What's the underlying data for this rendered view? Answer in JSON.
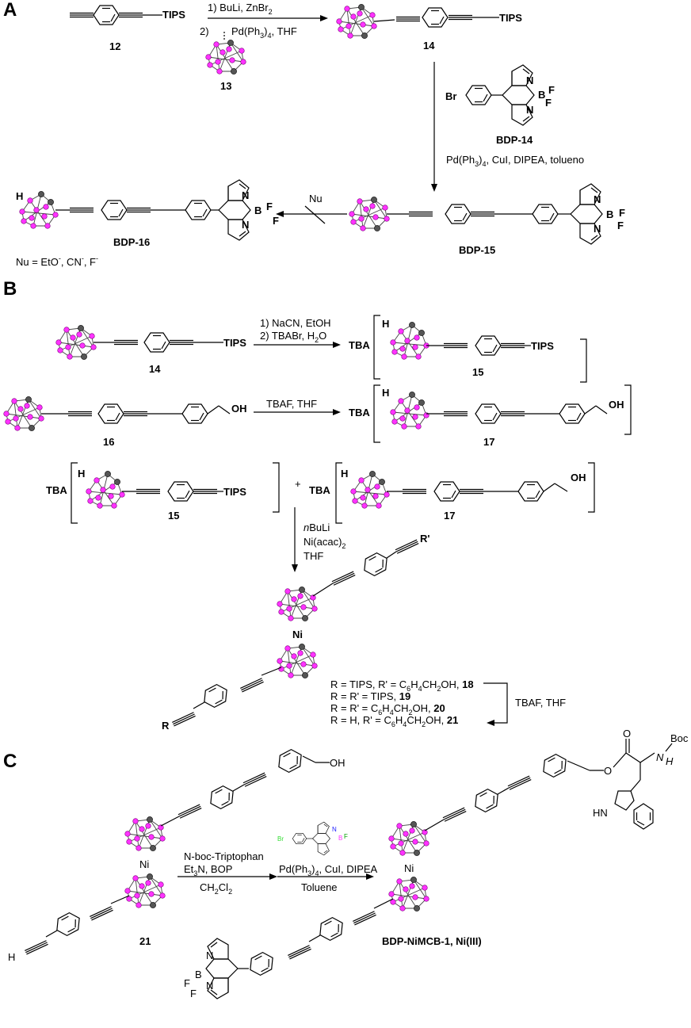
{
  "panels": {
    "a": "A",
    "b": "B",
    "c": "C"
  },
  "colors": {
    "boron_vertex": "#ff33ff",
    "carbon_vertex": "#555555",
    "oxygen": "#e00000",
    "nitrogen_blue": "#1a1aff",
    "boron_atom": "#ff33ff",
    "fluorine": "#00a000",
    "bromine": "#33dd33"
  },
  "panel_a": {
    "tips_12": "TIPS",
    "cpd_12": "12",
    "step1_line1": "1) BuLi, ZnBr",
    "step1_line1_sub": "2",
    "step1_line2_prefix": "2)",
    "step1_line2": "Pd(Ph",
    "step1_line2_sub": "3",
    "step1_line2_tail": ")",
    "step1_line2_sub2": "4",
    "step1_line2_end": ", THF",
    "cpd_13": "13",
    "tips_14": "TIPS",
    "cpd_14": "14",
    "br": "Br",
    "n1": "N",
    "n2": "N",
    "b": "B",
    "f1": "F",
    "f2": "F",
    "bdp14": "BDP-14",
    "step2_a": "Pd(Ph",
    "step2_sub1": "3",
    "step2_b": ")",
    "step2_sub2": "4",
    "step2_c": ", CuI, DIPEA, tolueno",
    "nu": "Nu",
    "cpd_bdp16": "BDP-16",
    "nu_list_a": "Nu = EtO",
    "nu_list_sup1": "-",
    "nu_list_b": ", CN",
    "nu_list_sup2": "-",
    "nu_list_c": ", F",
    "nu_list_sup3": "-",
    "cpd_bdp15": "BDP-15",
    "h_16": "H"
  },
  "panel_b": {
    "cpd_14": "14",
    "tips_14": "TIPS",
    "r1_line1": "1) NaCN, EtOH",
    "r1_line2": "2) TBABr, H",
    "r1_line2_sub": "2",
    "r1_line2_tail": "O",
    "tba": "TBA",
    "h": "H",
    "tips_15": "TIPS",
    "cpd_15": "15",
    "cpd_16": "16",
    "oh": "OH",
    "r2": "TBAF, THF",
    "cpd_17": "17",
    "plus": "+",
    "r3_line1_i": "n",
    "r3_line1": "BuLi",
    "r3_line2": "Ni(acac)",
    "r3_line2_sub": "2",
    "r3_line3": "THF",
    "rprime": "R'",
    "ni": "Ni",
    "r": "R",
    "prod_18_a": "R = TIPS, R' = C",
    "prod_18_b": "6",
    "prod_18_c": "H",
    "prod_18_d": "4",
    "prod_18_e": "CH",
    "prod_18_f": "2",
    "prod_18_g": "OH, ",
    "prod_18_num": "18",
    "prod_19_a": "R = R' = TIPS, ",
    "prod_19_num": "19",
    "prod_20_a": "R = R' = C",
    "prod_20_num": "20",
    "prod_21_a": "R = H, R' = C",
    "prod_21_num": "21",
    "r4": "TBAF, THF"
  },
  "panel_c": {
    "oh": "OH",
    "ni": "Ni",
    "h": "H",
    "cpd_21": "21",
    "r1_line1": "N-boc-Triptophan",
    "r1_line2": "Et",
    "r1_line2_sub": "3",
    "r1_line2_tail": "N, BOP",
    "r1_line3": "CH",
    "r1_line3_sub": "2",
    "r1_line3_tail": "Cl",
    "r1_line3_sub2": "2",
    "br": "Br",
    "n": "N",
    "b": "B",
    "f": "F",
    "r2_line1": "Pd(Ph",
    "r2_line1_sub": "3",
    "r2_line1_tail": ")",
    "r2_line1_sub2": "4",
    "r2_line1_end": ", CuI, DIPEA",
    "r2_line2": "Toluene",
    "o1": "O",
    "o2": "O",
    "nh": "H",
    "nh_n": "N",
    "boc": "Boc",
    "hn": "HN",
    "cpd_final": "BDP-NiMCB-1, Ni(III)"
  }
}
